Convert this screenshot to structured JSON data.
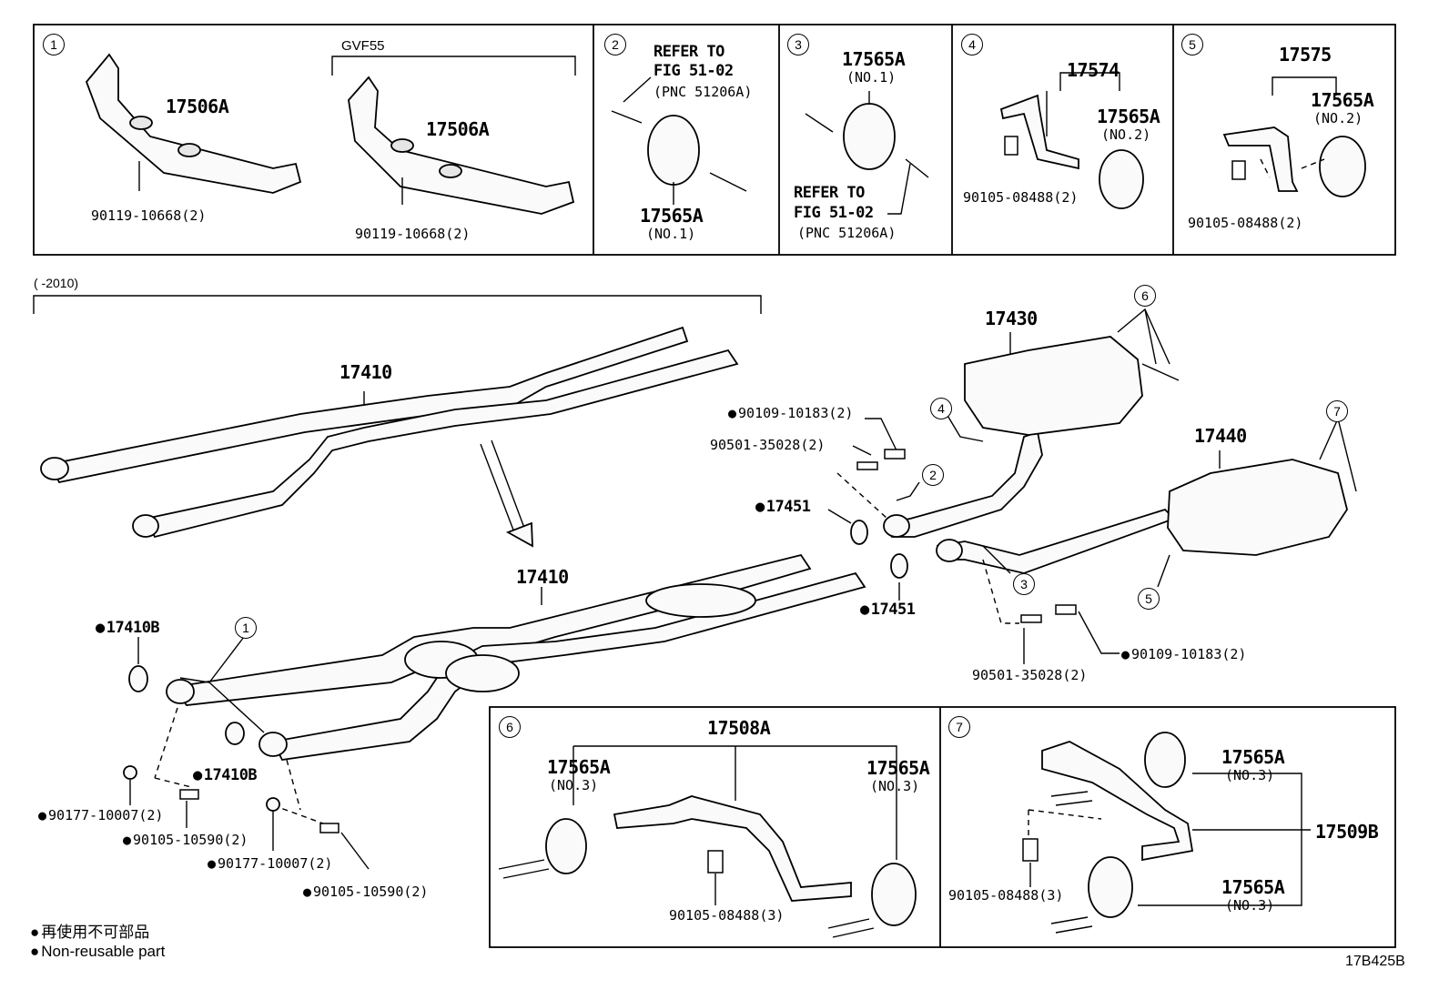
{
  "panels": {
    "p1": {
      "num": "1",
      "variant": "GVF55",
      "part_a": "17506A",
      "part_b": "17506A",
      "bolt_a": "90119-10668(2)",
      "bolt_b": "90119-10668(2)"
    },
    "p2": {
      "num": "2",
      "refer_1": "REFER TO",
      "refer_2": "FIG 51-02",
      "refer_3": "(PNC 51206A)",
      "part": "17565A",
      "sub": "(NO.1)"
    },
    "p3": {
      "num": "3",
      "part": "17565A",
      "sub": "(NO.1)",
      "refer_1": "REFER TO",
      "refer_2": "FIG 51-02",
      "refer_3": "(PNC 51206A)"
    },
    "p4": {
      "num": "4",
      "part_a": "17574",
      "part_b": "17565A",
      "sub": "(NO.2)",
      "bolt": "90105-08488(2)"
    },
    "p5": {
      "num": "5",
      "part_a": "17575",
      "part_b": "17565A",
      "sub": "(NO.2)",
      "bolt": "90105-08488(2)"
    },
    "p6": {
      "num": "6",
      "part_main": "17508A",
      "part_l": "17565A",
      "sub_l": "(NO.3)",
      "part_r": "17565A",
      "sub_r": "(NO.3)",
      "bolt": "90105-08488(3)"
    },
    "p7": {
      "num": "7",
      "part_a": "17565A",
      "sub_a": "(NO.3)",
      "part_main": "17509B",
      "part_b": "17565A",
      "sub_b": "(NO.3)",
      "bolt": "90105-08488(3)"
    }
  },
  "main": {
    "range_note": "(      -2010)",
    "pipe_upper": "17410",
    "pipe_lower": "17410",
    "muffler_front": "17430",
    "muffler_rear": "17440",
    "bolt_upper": "90109-10183(2)",
    "spring_upper": "90501-35028(2)",
    "gasket_upper": "17451",
    "gasket_lower": "17451",
    "spring_lower": "90501-35028(2)",
    "bolt_lower": "90109-10183(2)",
    "gasket_left_a": "17410B",
    "gasket_left_b": "17410B",
    "nut_a": "90177-10007(2)",
    "bolt_a": "90105-10590(2)",
    "nut_b": "90177-10007(2)",
    "bolt_b": "90105-10590(2)",
    "callouts": [
      "1",
      "2",
      "3",
      "4",
      "5",
      "6",
      "7"
    ]
  },
  "legend": {
    "line_jp": "再使用不可部品",
    "line_en": "Non-reusable part"
  },
  "figure_code": "17B425B"
}
